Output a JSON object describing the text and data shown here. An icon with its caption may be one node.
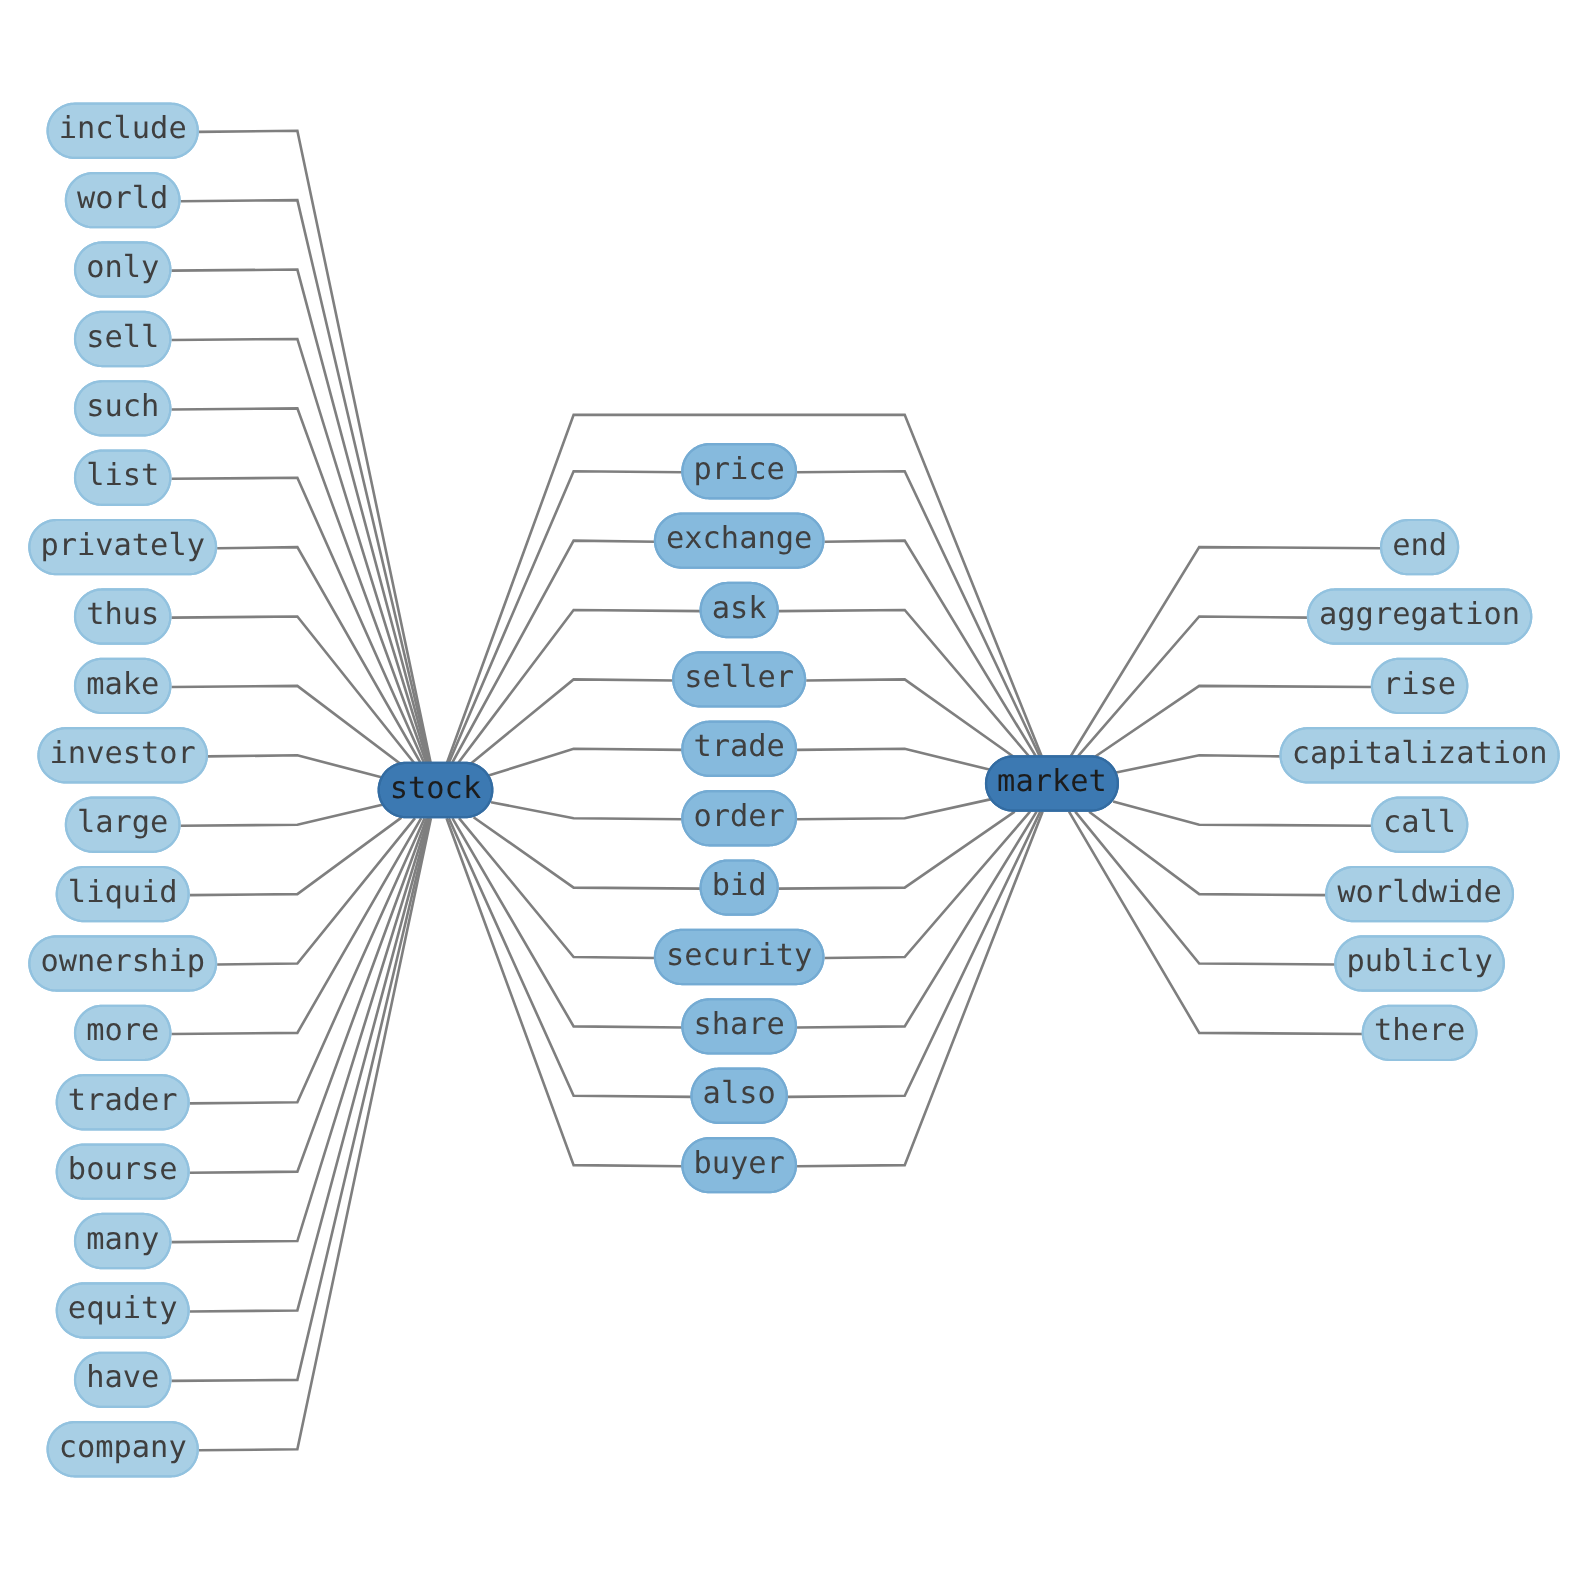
{
  "diagram": {
    "nodes": [
      {
        "text": [
          "include"
        ]
      },
      {
        "text": [
          "world"
        ]
      },
      {
        "text": [
          "only"
        ]
      },
      {
        "text": [
          "sell"
        ]
      },
      {
        "text": [
          "such"
        ]
      },
      {
        "text": [
          "list"
        ]
      },
      {
        "text": [
          "privately"
        ]
      },
      {
        "text": [
          "thus"
        ]
      },
      {
        "text": [
          "make"
        ]
      },
      {
        "text": [
          "investor"
        ]
      },
      {
        "text": [
          "large"
        ]
      },
      {
        "text": [
          "liquid"
        ]
      },
      {
        "text": [
          "ownership"
        ]
      },
      {
        "text": [
          "more"
        ]
      },
      {
        "text": [
          "trader"
        ]
      },
      {
        "text": [
          "bourse"
        ]
      },
      {
        "text": [
          "stock"
        ]
      },
      {
        "text": [
          "price"
        ]
      },
      {
        "text": [
          "exchange"
        ]
      },
      {
        "text": [
          "many"
        ]
      },
      {
        "text": [
          "ask"
        ]
      },
      {
        "text": [
          "seller"
        ]
      },
      {
        "text": [
          "trade"
        ]
      },
      {
        "text": [
          "equity"
        ]
      },
      {
        "text": [
          "order"
        ]
      },
      {
        "text": [
          "bid"
        ]
      },
      {
        "text": [
          "security"
        ]
      },
      {
        "text": [
          "share"
        ]
      },
      {
        "text": [
          "have"
        ]
      },
      {
        "text": [
          "also"
        ]
      },
      {
        "text": [
          "company"
        ]
      },
      {
        "text": [
          "buyer"
        ]
      },
      {
        "text": [
          "market"
        ]
      },
      {
        "text": [
          "end"
        ]
      },
      {
        "text": [
          "aggregation"
        ]
      },
      {
        "text": [
          "rise"
        ]
      },
      {
        "text": [
          "capitalization"
        ]
      },
      {
        "text": [
          "call"
        ]
      },
      {
        "text": [
          "worldwide"
        ]
      },
      {
        "text": [
          "publicly"
        ]
      },
      {
        "text": [
          "there"
        ]
      }
    ],
    "edges": [
      {
        "from": 0,
        "to": 16,
        "arrow": "none"
      },
      {
        "from": 1,
        "to": 16,
        "arrow": "none"
      },
      {
        "from": 2,
        "to": 16,
        "arrow": "none"
      },
      {
        "from": 3,
        "to": 16,
        "arrow": "none"
      },
      {
        "from": 4,
        "to": 16,
        "arrow": "none"
      },
      {
        "from": 5,
        "to": 16,
        "arrow": "none"
      },
      {
        "from": 6,
        "to": 16,
        "arrow": "none"
      },
      {
        "from": 7,
        "to": 16,
        "arrow": "none"
      },
      {
        "from": 8,
        "to": 16,
        "arrow": "none"
      },
      {
        "from": 9,
        "to": 16,
        "arrow": "none"
      },
      {
        "from": 10,
        "to": 16,
        "arrow": "none"
      },
      {
        "from": 11,
        "to": 16,
        "arrow": "none"
      },
      {
        "from": 12,
        "to": 16,
        "arrow": "none"
      },
      {
        "from": 13,
        "to": 16,
        "arrow": "none"
      },
      {
        "from": 14,
        "to": 16,
        "arrow": "none"
      },
      {
        "from": 15,
        "to": 16,
        "arrow": "none"
      },
      {
        "from": 16,
        "to": 32,
        "arrow": "none"
      },
      {
        "from": 16,
        "to": 17,
        "arrow": "none"
      },
      {
        "from": 17,
        "to": 32,
        "arrow": "none"
      },
      {
        "from": 16,
        "to": 18,
        "arrow": "none"
      },
      {
        "from": 18,
        "to": 32,
        "arrow": "none"
      },
      {
        "from": 19,
        "to": 16,
        "arrow": "none"
      },
      {
        "from": 16,
        "to": 20,
        "arrow": "none"
      },
      {
        "from": 20,
        "to": 32,
        "arrow": "none"
      },
      {
        "from": 16,
        "to": 21,
        "arrow": "none"
      },
      {
        "from": 21,
        "to": 32,
        "arrow": "none"
      },
      {
        "from": 16,
        "to": 22,
        "arrow": "none"
      },
      {
        "from": 22,
        "to": 32,
        "arrow": "none"
      },
      {
        "from": 23,
        "to": 16,
        "arrow": "none"
      },
      {
        "from": 16,
        "to": 24,
        "arrow": "none"
      },
      {
        "from": 24,
        "to": 32,
        "arrow": "none"
      },
      {
        "from": 16,
        "to": 25,
        "arrow": "none"
      },
      {
        "from": 25,
        "to": 32,
        "arrow": "none"
      },
      {
        "from": 16,
        "to": 26,
        "arrow": "none"
      },
      {
        "from": 26,
        "to": 32,
        "arrow": "none"
      },
      {
        "from": 16,
        "to": 27,
        "arrow": "none"
      },
      {
        "from": 27,
        "to": 32,
        "arrow": "none"
      },
      {
        "from": 28,
        "to": 16,
        "arrow": "none"
      },
      {
        "from": 16,
        "to": 29,
        "arrow": "none"
      },
      {
        "from": 29,
        "to": 32,
        "arrow": "none"
      },
      {
        "from": 30,
        "to": 16,
        "arrow": "none"
      },
      {
        "from": 16,
        "to": 31,
        "arrow": "none"
      },
      {
        "from": 31,
        "to": 32,
        "arrow": "none"
      },
      {
        "from": 32,
        "to": 33,
        "arrow": "none"
      },
      {
        "from": 32,
        "to": 34,
        "arrow": "none"
      },
      {
        "from": 32,
        "to": 35,
        "arrow": "none"
      },
      {
        "from": 32,
        "to": 36,
        "arrow": "none"
      },
      {
        "from": 32,
        "to": 37,
        "arrow": "none"
      },
      {
        "from": 32,
        "to": 38,
        "arrow": "none"
      },
      {
        "from": 32,
        "to": 39,
        "arrow": "none"
      },
      {
        "from": 32,
        "to": 40,
        "arrow": "none"
      }
    ]
  }
}
